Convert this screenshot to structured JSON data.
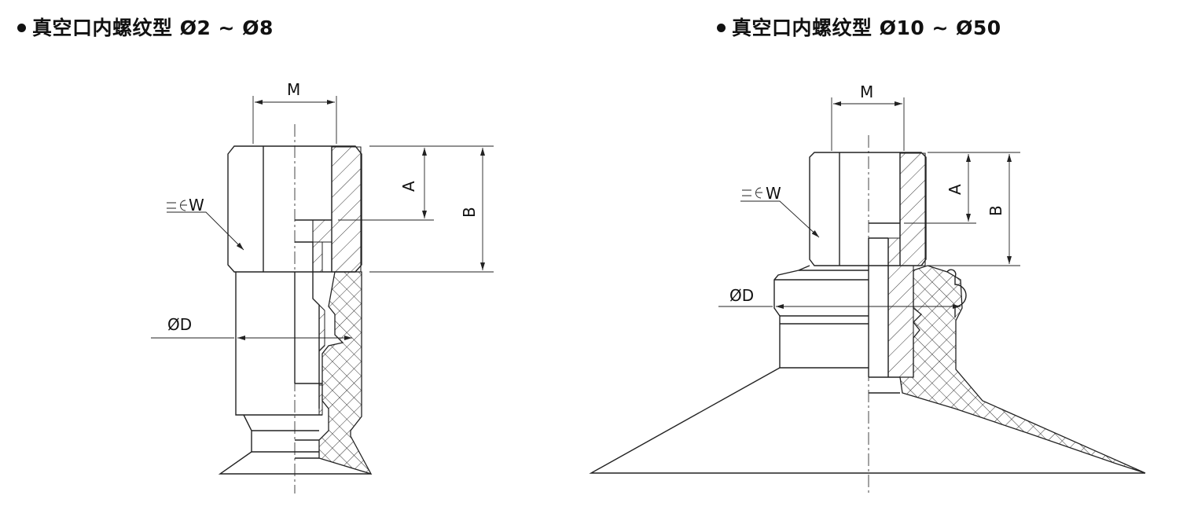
{
  "titles": {
    "left": "真空口内螺纹型 Ø2 ~ Ø8",
    "right": "真空口内螺纹型 Ø10 ~ Ø50"
  },
  "labels": {
    "m": "M",
    "a": "A",
    "b": "B",
    "w": "W",
    "d": "ØD"
  },
  "icons": {
    "wrench": "wrench-icon"
  }
}
